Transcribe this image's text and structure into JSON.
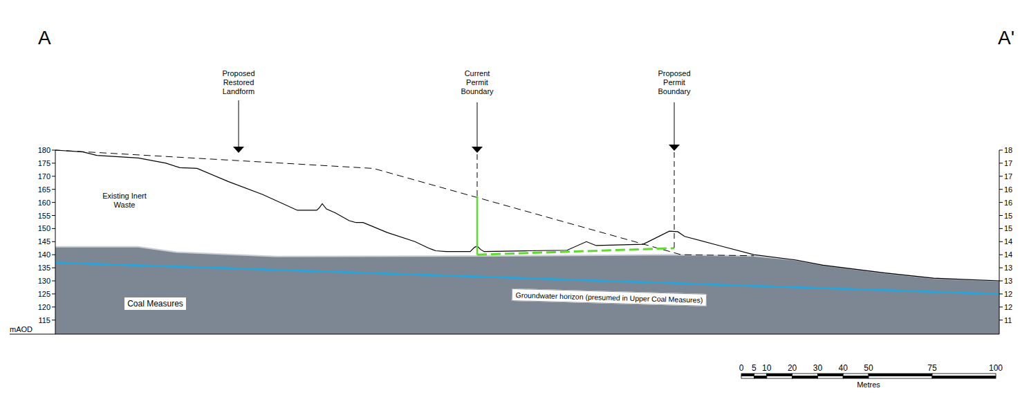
{
  "diagram": {
    "nodes": [
      {
        "text": [
          "Coal Measures"
        ]
      },
      {
        "text": [
          "Groundwater horizon (presumed in Upper Coal Measures)"
        ]
      }
    ],
    "labels": [
      "A",
      "A'",
      "Proposed Restored Landform",
      "Current Permit Boundary",
      "Proposed Permit Boundary",
      "Existing Inert Waste",
      "180",
      "175",
      "170",
      "165",
      "160",
      "155",
      "150",
      "145",
      "140",
      "135",
      "130",
      "125",
      "120",
      "115",
      "mAOD",
      "18",
      "17",
      "17",
      "16",
      "16",
      "15",
      "15",
      "14",
      "14",
      "13",
      "13",
      "12",
      "12",
      "11",
      "0",
      "5",
      "10",
      "20",
      "30",
      "40",
      "50",
      "75",
      "100",
      "Metres"
    ]
  }
}
